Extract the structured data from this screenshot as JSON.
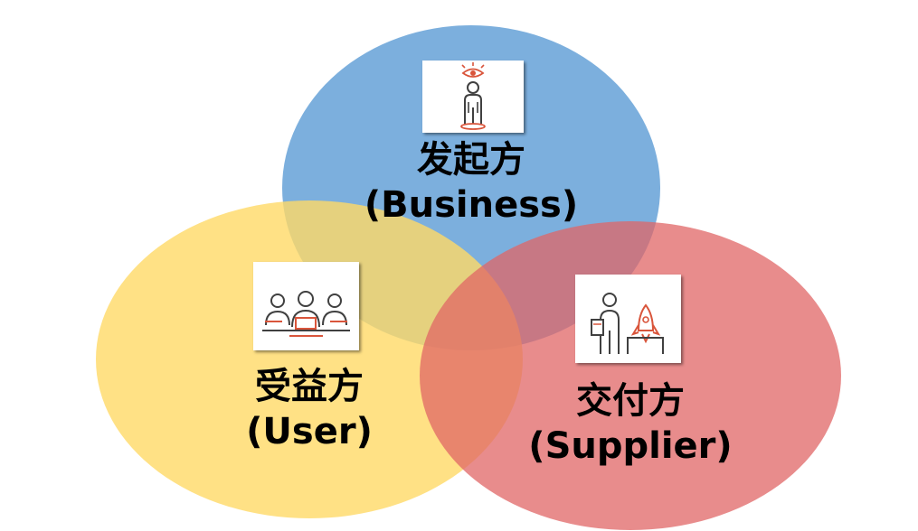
{
  "colors": {
    "business": "#5B9BD5",
    "user": "#FFD966",
    "supplier": "#E06666",
    "icon_dark": "#404040",
    "icon_accent": "#D9553B"
  },
  "business": {
    "name_zh": "发起方",
    "name_en": "(Business)",
    "icon": "person-with-eye-icon"
  },
  "user": {
    "name_zh": "受益方",
    "name_en": "(User)",
    "icon": "group-of-users-icon"
  },
  "supplier": {
    "name_zh": "交付方",
    "name_en": "(Supplier)",
    "icon": "person-with-rocket-icon"
  }
}
